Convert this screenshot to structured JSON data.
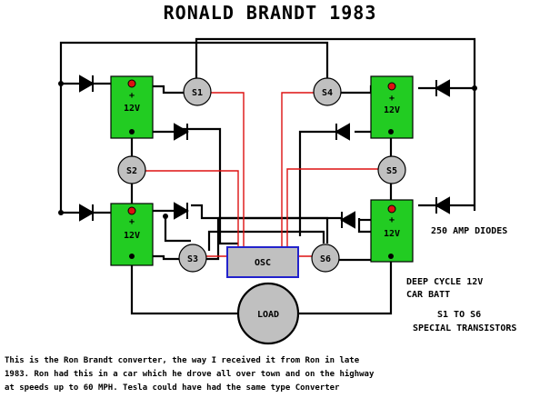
{
  "title": "RONALD BRANDT   1983",
  "batteries": [
    {
      "id": "b1",
      "plus": "+",
      "voltage": "12V"
    },
    {
      "id": "b2",
      "plus": "+",
      "voltage": "12V"
    },
    {
      "id": "b3",
      "plus": "+",
      "voltage": "12V"
    },
    {
      "id": "b4",
      "plus": "+",
      "voltage": "12V"
    }
  ],
  "switches": [
    "S1",
    "S2",
    "S3",
    "S4",
    "S5",
    "S6"
  ],
  "oscillator": "OSC",
  "load": "LOAD",
  "annotations": {
    "diodes": "250 AMP DIODES",
    "battery_line1": "DEEP CYCLE 12V",
    "battery_line2": "CAR BATT",
    "transistors_line1": "S1 TO S6",
    "transistors_line2": "SPECIAL TRANSISTORS"
  },
  "caption": [
    "This is the Ron Brandt converter, the way I received it from Ron in late",
    "1983. Ron had this in a car which he drove all over town and on the highway",
    "at speeds up to 60 MPH. Tesla could have had the same type Converter"
  ],
  "colors": {
    "battery": "#22cc22",
    "battery_terminal": "#dd1111",
    "switch": "#c0c0c0",
    "osc_fill": "#c0c0c0",
    "osc_border": "#2222cc",
    "control_wire": "#dd1111",
    "wire": "#000000"
  }
}
